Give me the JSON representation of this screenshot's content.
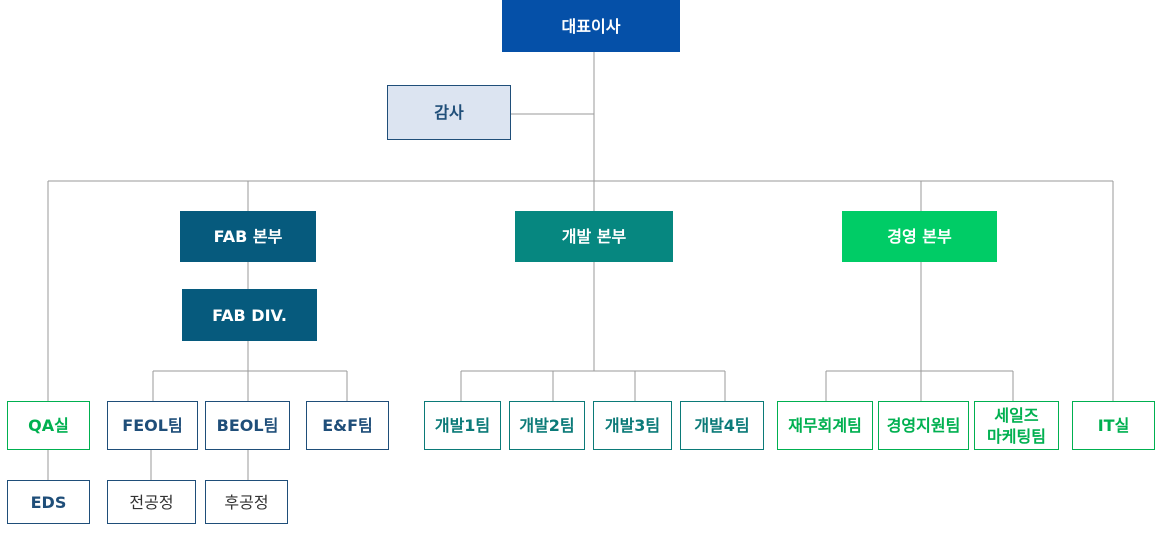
{
  "nodes": {
    "ceo": "대표이사",
    "audit": "감사",
    "fab_hq": "FAB 본부",
    "fab_div": "FAB DIV.",
    "dev_hq": "개발 본부",
    "mgmt_hq": "경영 본부",
    "qa": "QA실",
    "eds": "EDS",
    "feol": "FEOL팀",
    "front_process": "전공정",
    "beol": "BEOL팀",
    "back_process": "후공정",
    "ef": "E&F팀",
    "dev1": "개발1팀",
    "dev2": "개발2팀",
    "dev3": "개발3팀",
    "dev4": "개발4팀",
    "finance": "재무회계팀",
    "mgmt_support": "경영지원팀",
    "sales_line1": "세일즈",
    "sales_line2": "마케팅팀",
    "it": "IT실"
  },
  "colors": {
    "ceo": "#0550a8",
    "audit_fill": "#dce4f1",
    "fab": "#065a7d",
    "dev": "#068780",
    "mgmt": "#00cc66",
    "outline_green": "#00b050",
    "outline_navy": "#1f4e79",
    "outline_teal": "#0b7a78",
    "connector": "#9a9a9a"
  }
}
